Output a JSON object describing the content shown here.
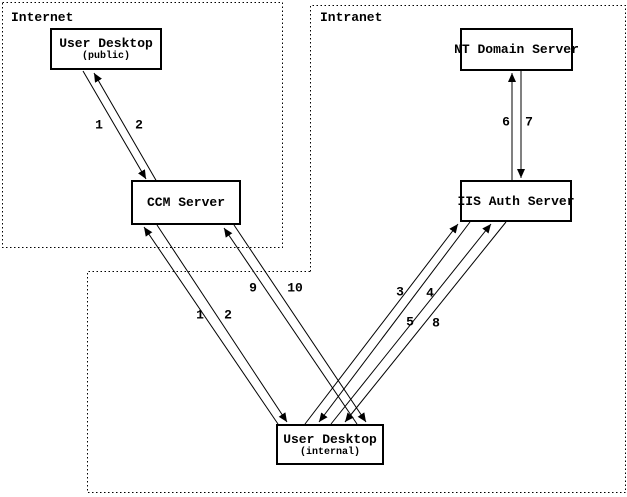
{
  "zones": {
    "internet": {
      "label": "Internet"
    },
    "intranet": {
      "label": "Intranet"
    }
  },
  "nodes": {
    "user_desktop_public": {
      "label": "User Desktop",
      "sublabel": "(public)"
    },
    "ccm_server": {
      "label": "CCM Server"
    },
    "nt_domain_server": {
      "label": "NT Domain Server"
    },
    "iis_auth_server": {
      "label": "IIS Auth Server"
    },
    "user_desktop_internal": {
      "label": "User Desktop",
      "sublabel": "(internal)"
    }
  },
  "flows": [
    {
      "label": "1",
      "from": "User Desktop (public)",
      "to": "CCM Server"
    },
    {
      "label": "2",
      "from": "CCM Server",
      "to": "User Desktop (public)"
    },
    {
      "label": "1",
      "from": "User Desktop (internal)",
      "to": "CCM Server"
    },
    {
      "label": "2",
      "from": "CCM Server",
      "to": "User Desktop (internal)"
    },
    {
      "label": "9",
      "from": "User Desktop (internal)",
      "to": "CCM Server"
    },
    {
      "label": "10",
      "from": "CCM Server",
      "to": "User Desktop (internal)"
    },
    {
      "label": "3",
      "from": "User Desktop (internal)",
      "to": "IIS Auth Server"
    },
    {
      "label": "4",
      "from": "IIS Auth Server",
      "to": "User Desktop (internal)"
    },
    {
      "label": "5",
      "from": "User Desktop (internal)",
      "to": "IIS Auth Server"
    },
    {
      "label": "8",
      "from": "IIS Auth Server",
      "to": "User Desktop (internal)"
    },
    {
      "label": "6",
      "from": "IIS Auth Server",
      "to": "NT Domain Server"
    },
    {
      "label": "7",
      "from": "NT Domain Server",
      "to": "IIS Auth Server"
    }
  ]
}
